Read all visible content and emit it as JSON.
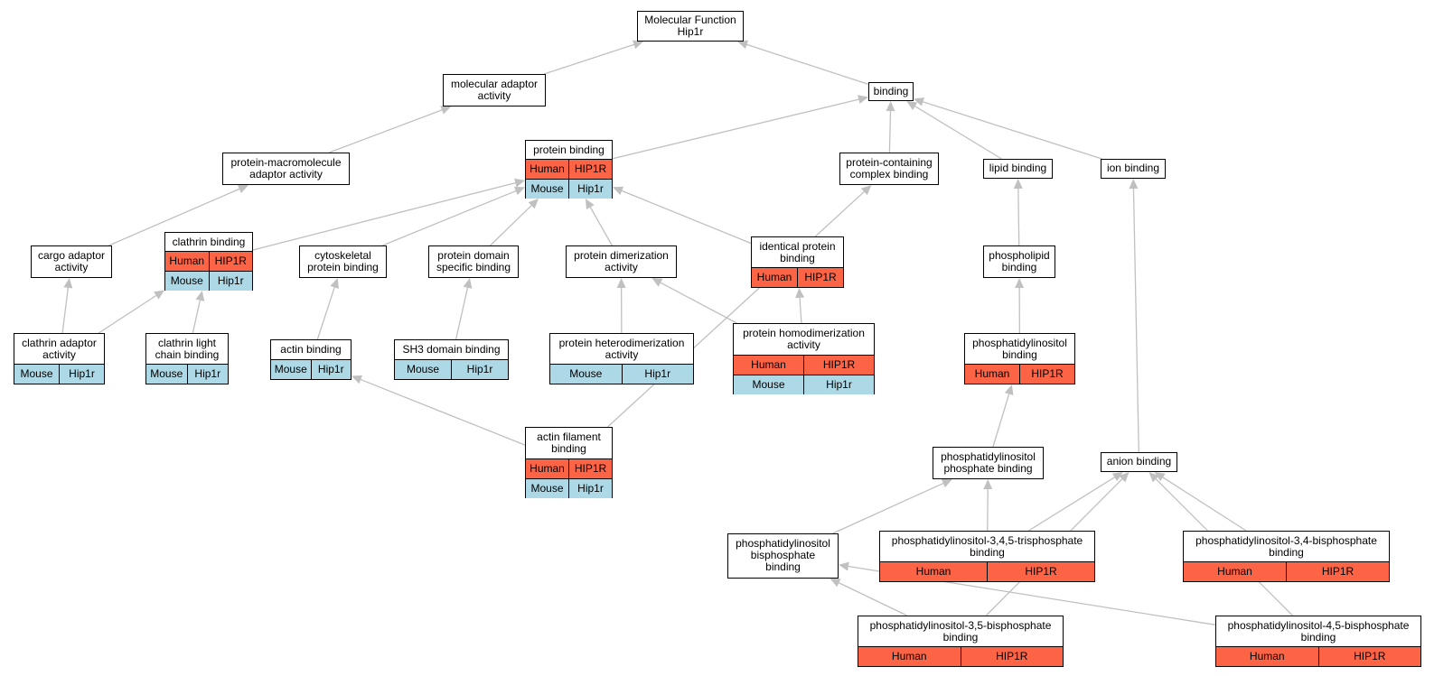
{
  "colors": {
    "human": "#fd6446",
    "mouse": "#add8e6",
    "edge": "#c0c0c0",
    "border": "#000000"
  },
  "nodes": {
    "root": {
      "label": "Molecular Function\nHip1r"
    },
    "molecular_adaptor": {
      "label": "molecular adaptor\nactivity"
    },
    "binding": {
      "label": "binding"
    },
    "protein_binding": {
      "label": "protein binding",
      "human": {
        "species": "Human",
        "gene": "HIP1R"
      },
      "mouse": {
        "species": "Mouse",
        "gene": "Hip1r"
      }
    },
    "protein_macromolecule_adaptor": {
      "label": "protein-macromolecule\nadaptor activity"
    },
    "protein_containing_complex_binding": {
      "label": "protein-containing\ncomplex binding"
    },
    "lipid_binding": {
      "label": "lipid binding"
    },
    "ion_binding": {
      "label": "ion binding"
    },
    "cargo_adaptor": {
      "label": "cargo adaptor\nactivity"
    },
    "clathrin_binding": {
      "label": "clathrin binding",
      "human": {
        "species": "Human",
        "gene": "HIP1R"
      },
      "mouse": {
        "species": "Mouse",
        "gene": "Hip1r"
      }
    },
    "cytoskeletal_protein_binding": {
      "label": "cytoskeletal\nprotein binding"
    },
    "protein_domain_specific_binding": {
      "label": "protein domain\nspecific binding"
    },
    "protein_dimerization": {
      "label": "protein dimerization\nactivity"
    },
    "identical_protein_binding": {
      "label": "identical protein\nbinding",
      "human": {
        "species": "Human",
        "gene": "HIP1R"
      }
    },
    "phospholipid_binding": {
      "label": "phospholipid\nbinding"
    },
    "clathrin_adaptor": {
      "label": "clathrin adaptor\nactivity",
      "mouse": {
        "species": "Mouse",
        "gene": "Hip1r"
      }
    },
    "clathrin_light_chain_binding": {
      "label": "clathrin light\nchain binding",
      "mouse": {
        "species": "Mouse",
        "gene": "Hip1r"
      }
    },
    "actin_binding": {
      "label": "actin binding",
      "mouse": {
        "species": "Mouse",
        "gene": "Hip1r"
      }
    },
    "sh3_domain_binding": {
      "label": "SH3 domain binding",
      "mouse": {
        "species": "Mouse",
        "gene": "Hip1r"
      }
    },
    "protein_heterodimerization": {
      "label": "protein heterodimerization\nactivity",
      "mouse": {
        "species": "Mouse",
        "gene": "Hip1r"
      }
    },
    "protein_homodimerization": {
      "label": "protein homodimerization\nactivity",
      "human": {
        "species": "Human",
        "gene": "HIP1R"
      },
      "mouse": {
        "species": "Mouse",
        "gene": "Hip1r"
      }
    },
    "phosphatidylinositol_binding": {
      "label": "phosphatidylinositol\nbinding",
      "human": {
        "species": "Human",
        "gene": "HIP1R"
      }
    },
    "actin_filament_binding": {
      "label": "actin filament\nbinding",
      "human": {
        "species": "Human",
        "gene": "HIP1R"
      },
      "mouse": {
        "species": "Mouse",
        "gene": "Hip1r"
      }
    },
    "phosphatidylinositol_phosphate_binding": {
      "label": "phosphatidylinositol\nphosphate binding"
    },
    "anion_binding": {
      "label": "anion binding"
    },
    "pi_bisphosphate_binding": {
      "label": "phosphatidylinositol\nbisphosphate\nbinding"
    },
    "pi_345_trisphosphate_binding": {
      "label": "phosphatidylinositol-3,4,5-trisphosphate\nbinding",
      "human": {
        "species": "Human",
        "gene": "HIP1R"
      }
    },
    "pi_34_bisphosphate_binding": {
      "label": "phosphatidylinositol-3,4-bisphosphate\nbinding",
      "human": {
        "species": "Human",
        "gene": "HIP1R"
      }
    },
    "pi_35_bisphosphate_binding": {
      "label": "phosphatidylinositol-3,5-bisphosphate\nbinding",
      "human": {
        "species": "Human",
        "gene": "HIP1R"
      }
    },
    "pi_45_bisphosphate_binding": {
      "label": "phosphatidylinositol-4,5-bisphosphate\nbinding",
      "human": {
        "species": "Human",
        "gene": "HIP1R"
      }
    }
  },
  "edges": [
    [
      "molecular_adaptor",
      "root"
    ],
    [
      "binding",
      "root"
    ],
    [
      "protein_macromolecule_adaptor",
      "molecular_adaptor"
    ],
    [
      "protein_binding",
      "binding"
    ],
    [
      "protein_containing_complex_binding",
      "binding"
    ],
    [
      "lipid_binding",
      "binding"
    ],
    [
      "ion_binding",
      "binding"
    ],
    [
      "cargo_adaptor",
      "protein_macromolecule_adaptor"
    ],
    [
      "clathrin_binding",
      "protein_binding"
    ],
    [
      "cytoskeletal_protein_binding",
      "protein_binding"
    ],
    [
      "protein_domain_specific_binding",
      "protein_binding"
    ],
    [
      "protein_dimerization",
      "protein_binding"
    ],
    [
      "identical_protein_binding",
      "protein_binding"
    ],
    [
      "phospholipid_binding",
      "lipid_binding"
    ],
    [
      "clathrin_adaptor",
      "cargo_adaptor"
    ],
    [
      "clathrin_adaptor",
      "clathrin_binding"
    ],
    [
      "clathrin_light_chain_binding",
      "clathrin_binding"
    ],
    [
      "actin_binding",
      "cytoskeletal_protein_binding"
    ],
    [
      "sh3_domain_binding",
      "protein_domain_specific_binding"
    ],
    [
      "protein_heterodimerization",
      "protein_dimerization"
    ],
    [
      "protein_homodimerization",
      "protein_dimerization"
    ],
    [
      "protein_homodimerization",
      "identical_protein_binding"
    ],
    [
      "phosphatidylinositol_binding",
      "phospholipid_binding"
    ],
    [
      "actin_filament_binding",
      "actin_binding"
    ],
    [
      "actin_filament_binding",
      "protein_containing_complex_binding"
    ],
    [
      "phosphatidylinositol_phosphate_binding",
      "phosphatidylinositol_binding"
    ],
    [
      "anion_binding",
      "ion_binding"
    ],
    [
      "pi_bisphosphate_binding",
      "phosphatidylinositol_phosphate_binding"
    ],
    [
      "pi_345_trisphosphate_binding",
      "phosphatidylinositol_phosphate_binding"
    ],
    [
      "pi_345_trisphosphate_binding",
      "anion_binding"
    ],
    [
      "pi_34_bisphosphate_binding",
      "anion_binding"
    ],
    [
      "pi_35_bisphosphate_binding",
      "pi_bisphosphate_binding"
    ],
    [
      "pi_35_bisphosphate_binding",
      "anion_binding"
    ],
    [
      "pi_45_bisphosphate_binding",
      "pi_bisphosphate_binding"
    ],
    [
      "pi_45_bisphosphate_binding",
      "anion_binding"
    ]
  ]
}
